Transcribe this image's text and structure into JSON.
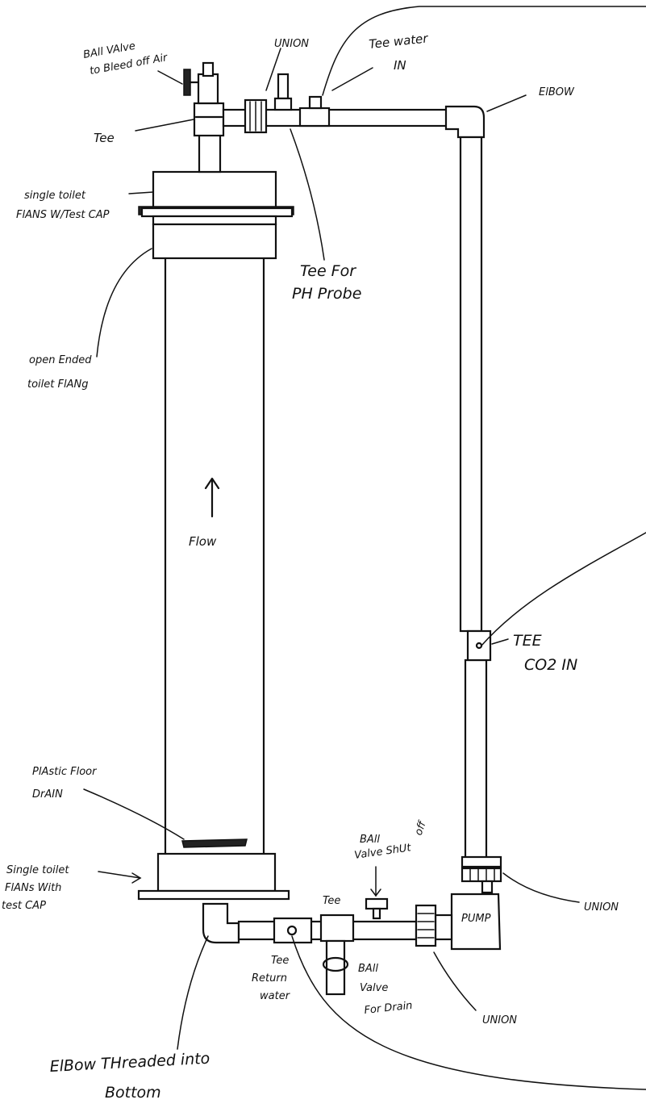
{
  "labels": {
    "ball_valve_bleed_line1": "BAll VAlve",
    "ball_valve_bleed_line2": "to Bleed off Air",
    "union_top": "UNION",
    "tee_water_in_line1": "Tee water",
    "tee_water_in_line2": "IN",
    "elbow_top": "ElBOW",
    "tee_top": "Tee",
    "single_flange_top_line1": "single toilet",
    "single_flange_top_line2": "FlANS W/Test CAP",
    "tee_ph_line1": "Tee For",
    "tee_ph_line2": "PH Probe",
    "open_flange_line1": "open Ended",
    "open_flange_line2": "toilet FlANg",
    "flow": "Flow",
    "tee_co2_line1": "TEE",
    "tee_co2_line2": "CO2 IN",
    "floor_drain_line1": "PlAstic Floor",
    "floor_drain_line2": "DrAIN",
    "ball_valve_shutoff_line1": "BAll",
    "ball_valve_shutoff_line2": "Valve ShUt",
    "ball_valve_shutoff_line3": "off",
    "single_flange_bottom_line1": "Single toilet",
    "single_flange_bottom_line2": "FlANs With",
    "single_flange_bottom_line3": "test CAP",
    "tee_bottom": "Tee",
    "pump": "PUMP",
    "union_right": "UNION",
    "tee_return_line1": "Tee",
    "tee_return_line2": "Return",
    "tee_return_line3": "water",
    "ball_valve_drain_line1": "BAll",
    "ball_valve_drain_line2": "Valve",
    "ball_valve_drain_line3": "For Drain",
    "union_bottom": "UNION",
    "elbow_bottom_line1": "ElBow THreaded into",
    "elbow_bottom_line2": "Bottom"
  }
}
